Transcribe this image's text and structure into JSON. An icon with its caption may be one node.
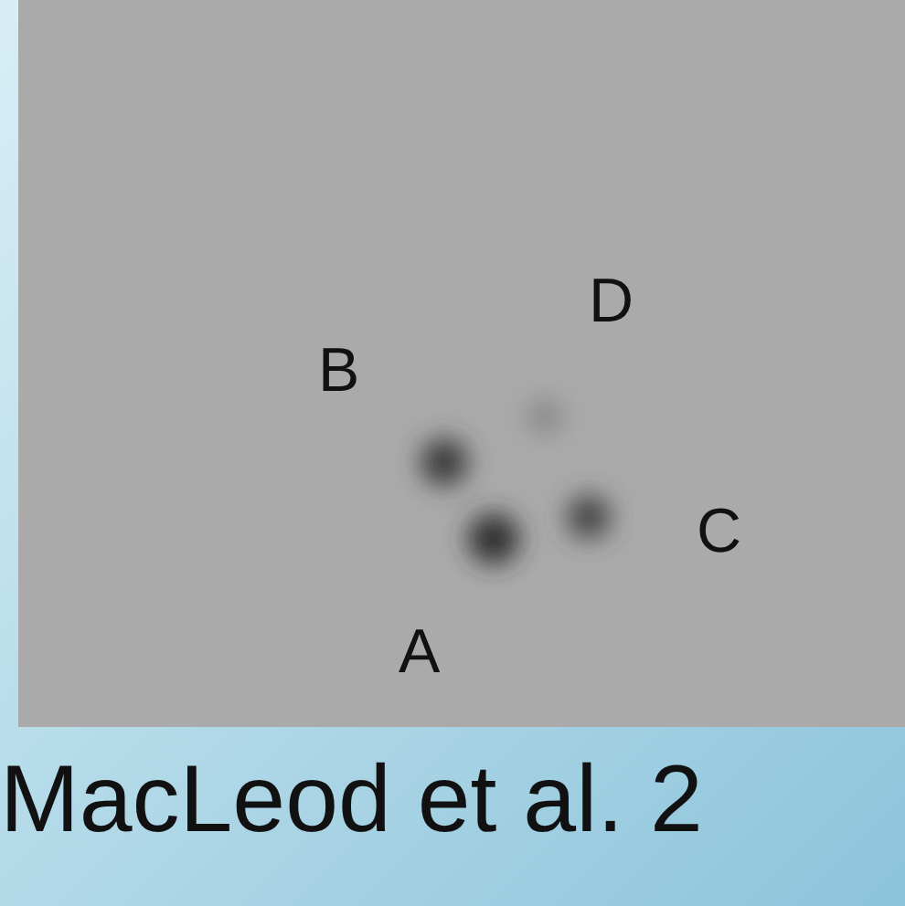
{
  "diagram": {
    "caption": "MacLeod et al. 2",
    "labels": [
      "D",
      "B",
      "C",
      "A"
    ]
  }
}
